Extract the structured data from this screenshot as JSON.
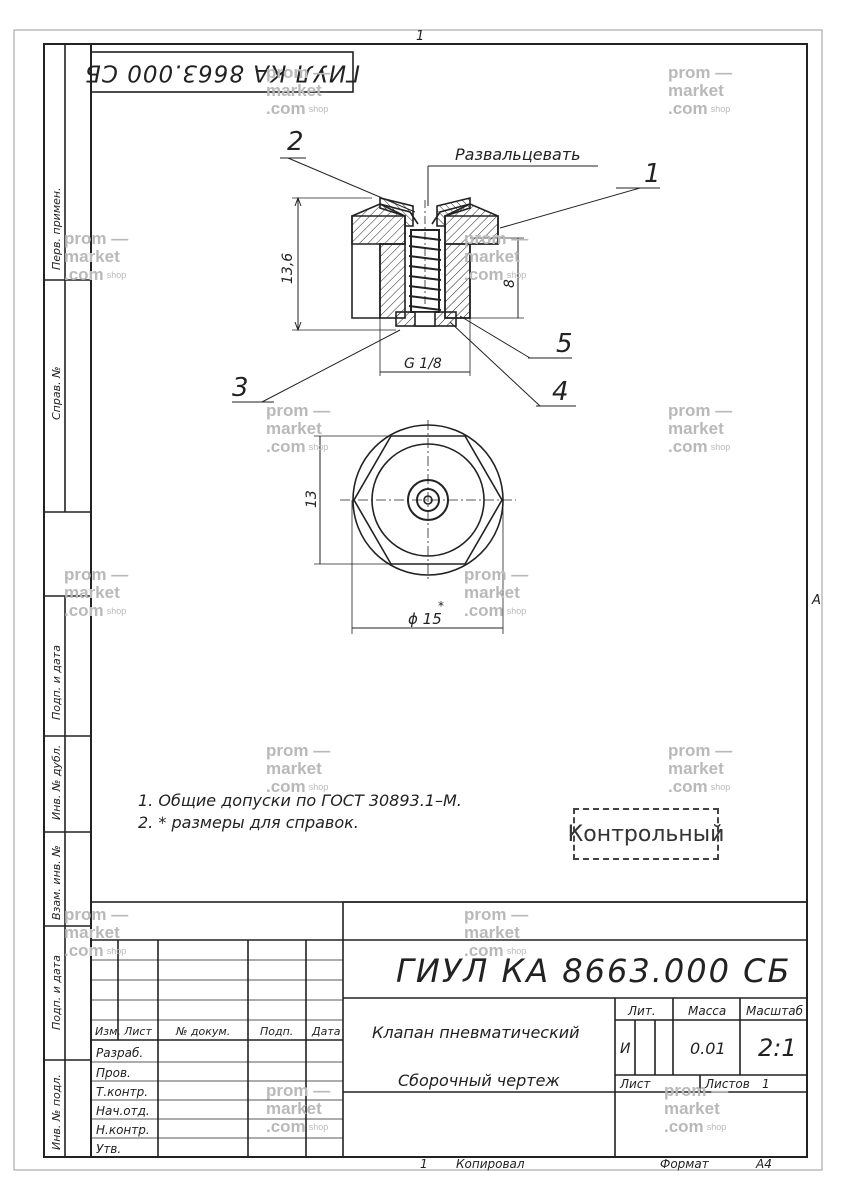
{
  "sheet_number_top": "1",
  "mirrored_code": "ГИУЛ КА 8663.000 СБ",
  "side_labels": {
    "perv_primen": "Перв. примен.",
    "sprav_no": "Справ. №",
    "podp_data_1": "Подп. и дата",
    "inv_dubl": "Инв. № дубл.",
    "vzam_inv": "Взам. инв. №",
    "podp_data_2": "Подп. и дата",
    "inv_podl": "Инв. № подл."
  },
  "drawing": {
    "callouts": [
      "1",
      "2",
      "3",
      "4",
      "5"
    ],
    "note_razvalcevat": "Развальцевать",
    "dim_height": "13,6",
    "dim_8": "8",
    "dim_thread": "G 1/8",
    "dim_hex": "13",
    "dim_diameter": "ϕ 15",
    "dim_star": "*"
  },
  "edge_letter": "A",
  "notes": [
    "1. Общие допуски по ГОСТ 30893.1–М.",
    "2. * размеры для справок."
  ],
  "stamp_text": "Контрольный",
  "title_block": {
    "designation": "ГИУЛ КА 8663.000 СБ",
    "name_line1": "Клапан пневматический",
    "name_line2": "Сборочный чертеж",
    "headers": {
      "izm": "Изм.",
      "list": "Лист",
      "doc": "№ докум.",
      "podp": "Подп.",
      "data": "Дата"
    },
    "roles": [
      "Разраб.",
      "Пров.",
      "Т.контр.",
      "Нач.отд.",
      "Н.контр.",
      "Утв."
    ],
    "lit_label": "Лит.",
    "massa_label": "Масса",
    "masshtab_label": "Масштаб",
    "lit_value": "И",
    "massa_value": "0.01",
    "masshtab_value": "2:1",
    "list_label": "Лист",
    "listov_label": "Листов",
    "listov_value": "1"
  },
  "footer": {
    "num": "1",
    "copied": "Копировал",
    "format_label": "Формат",
    "format_value": "А4"
  },
  "watermark": {
    "line1": "prom",
    "line2": "market",
    "line3": ".com",
    "shop": "shop"
  }
}
